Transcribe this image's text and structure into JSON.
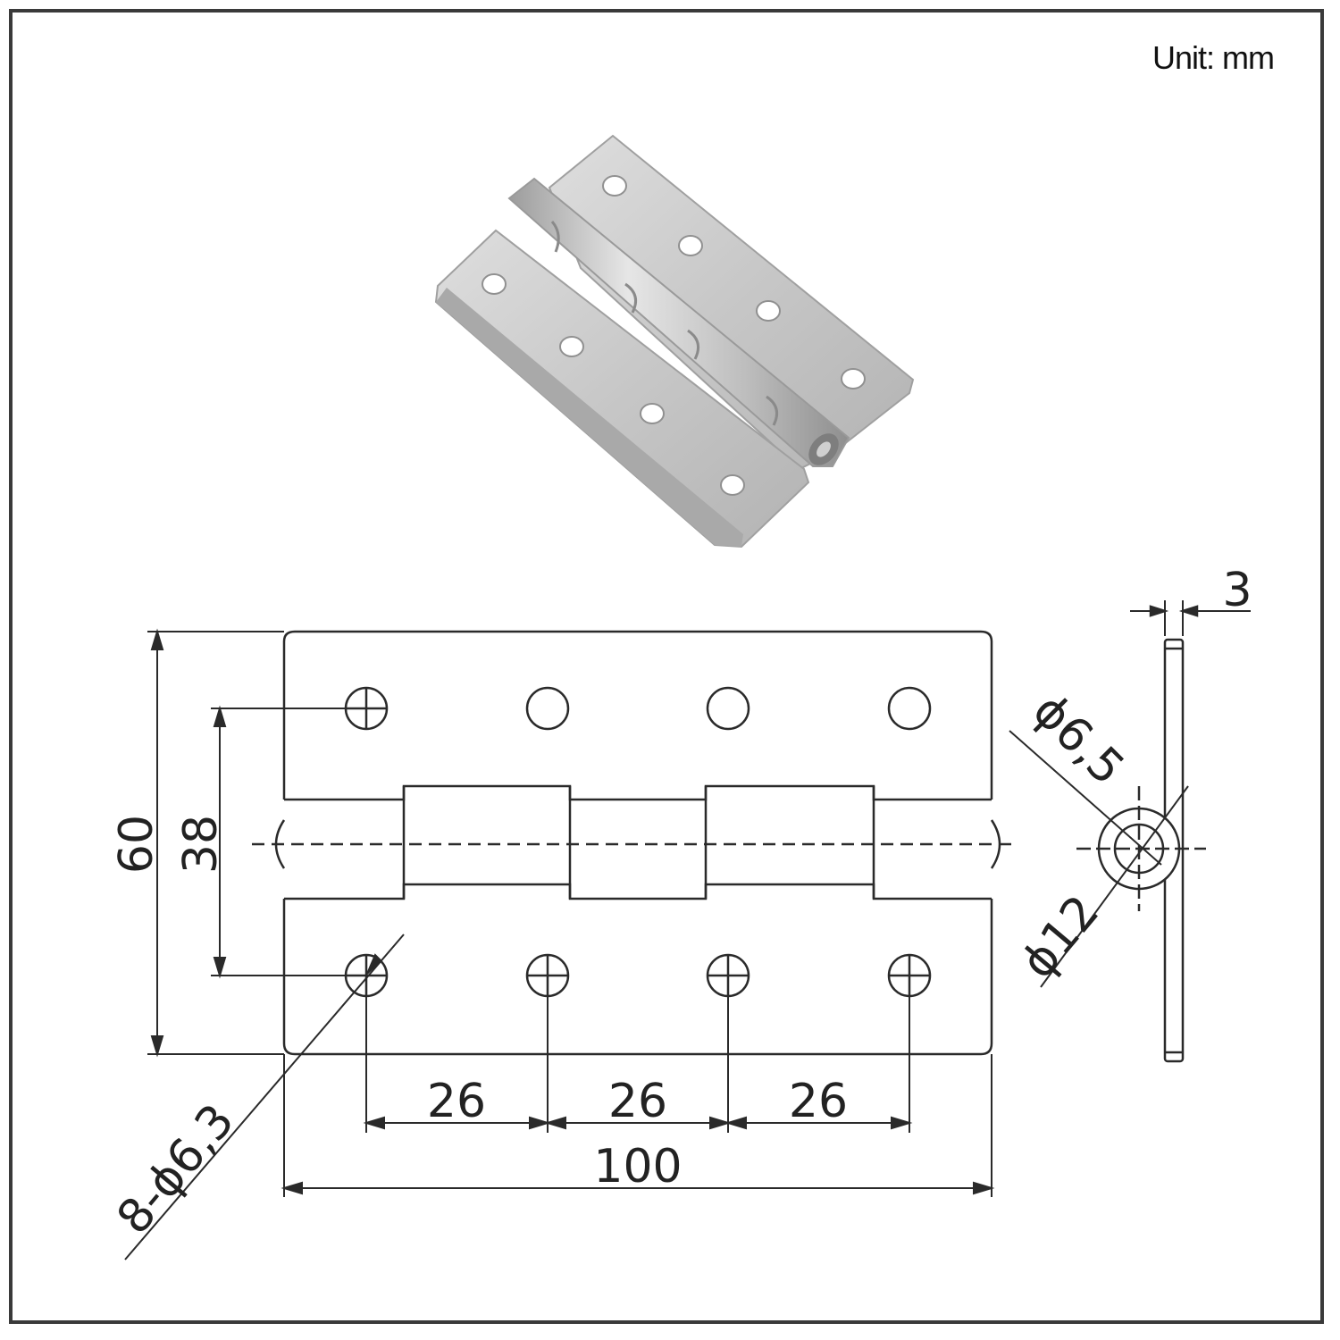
{
  "unit_label": "Unit: mm",
  "photo": {
    "subject": "stainless steel butt hinge"
  },
  "dimensions": {
    "height": "60",
    "hole_spacing_vertical": "38",
    "pitch_1": "26",
    "pitch_2": "26",
    "pitch_3": "26",
    "length": "100",
    "holes": "8-ϕ6,3",
    "thickness": "3",
    "pin_diameter": "ϕ6,5",
    "knuckle_diameter": "ϕ12"
  },
  "colors": {
    "line": "#2a2a2a",
    "steel_light": "#d9d9d9",
    "steel_mid": "#b8b8b8",
    "steel_dark": "#8e8e8e"
  }
}
